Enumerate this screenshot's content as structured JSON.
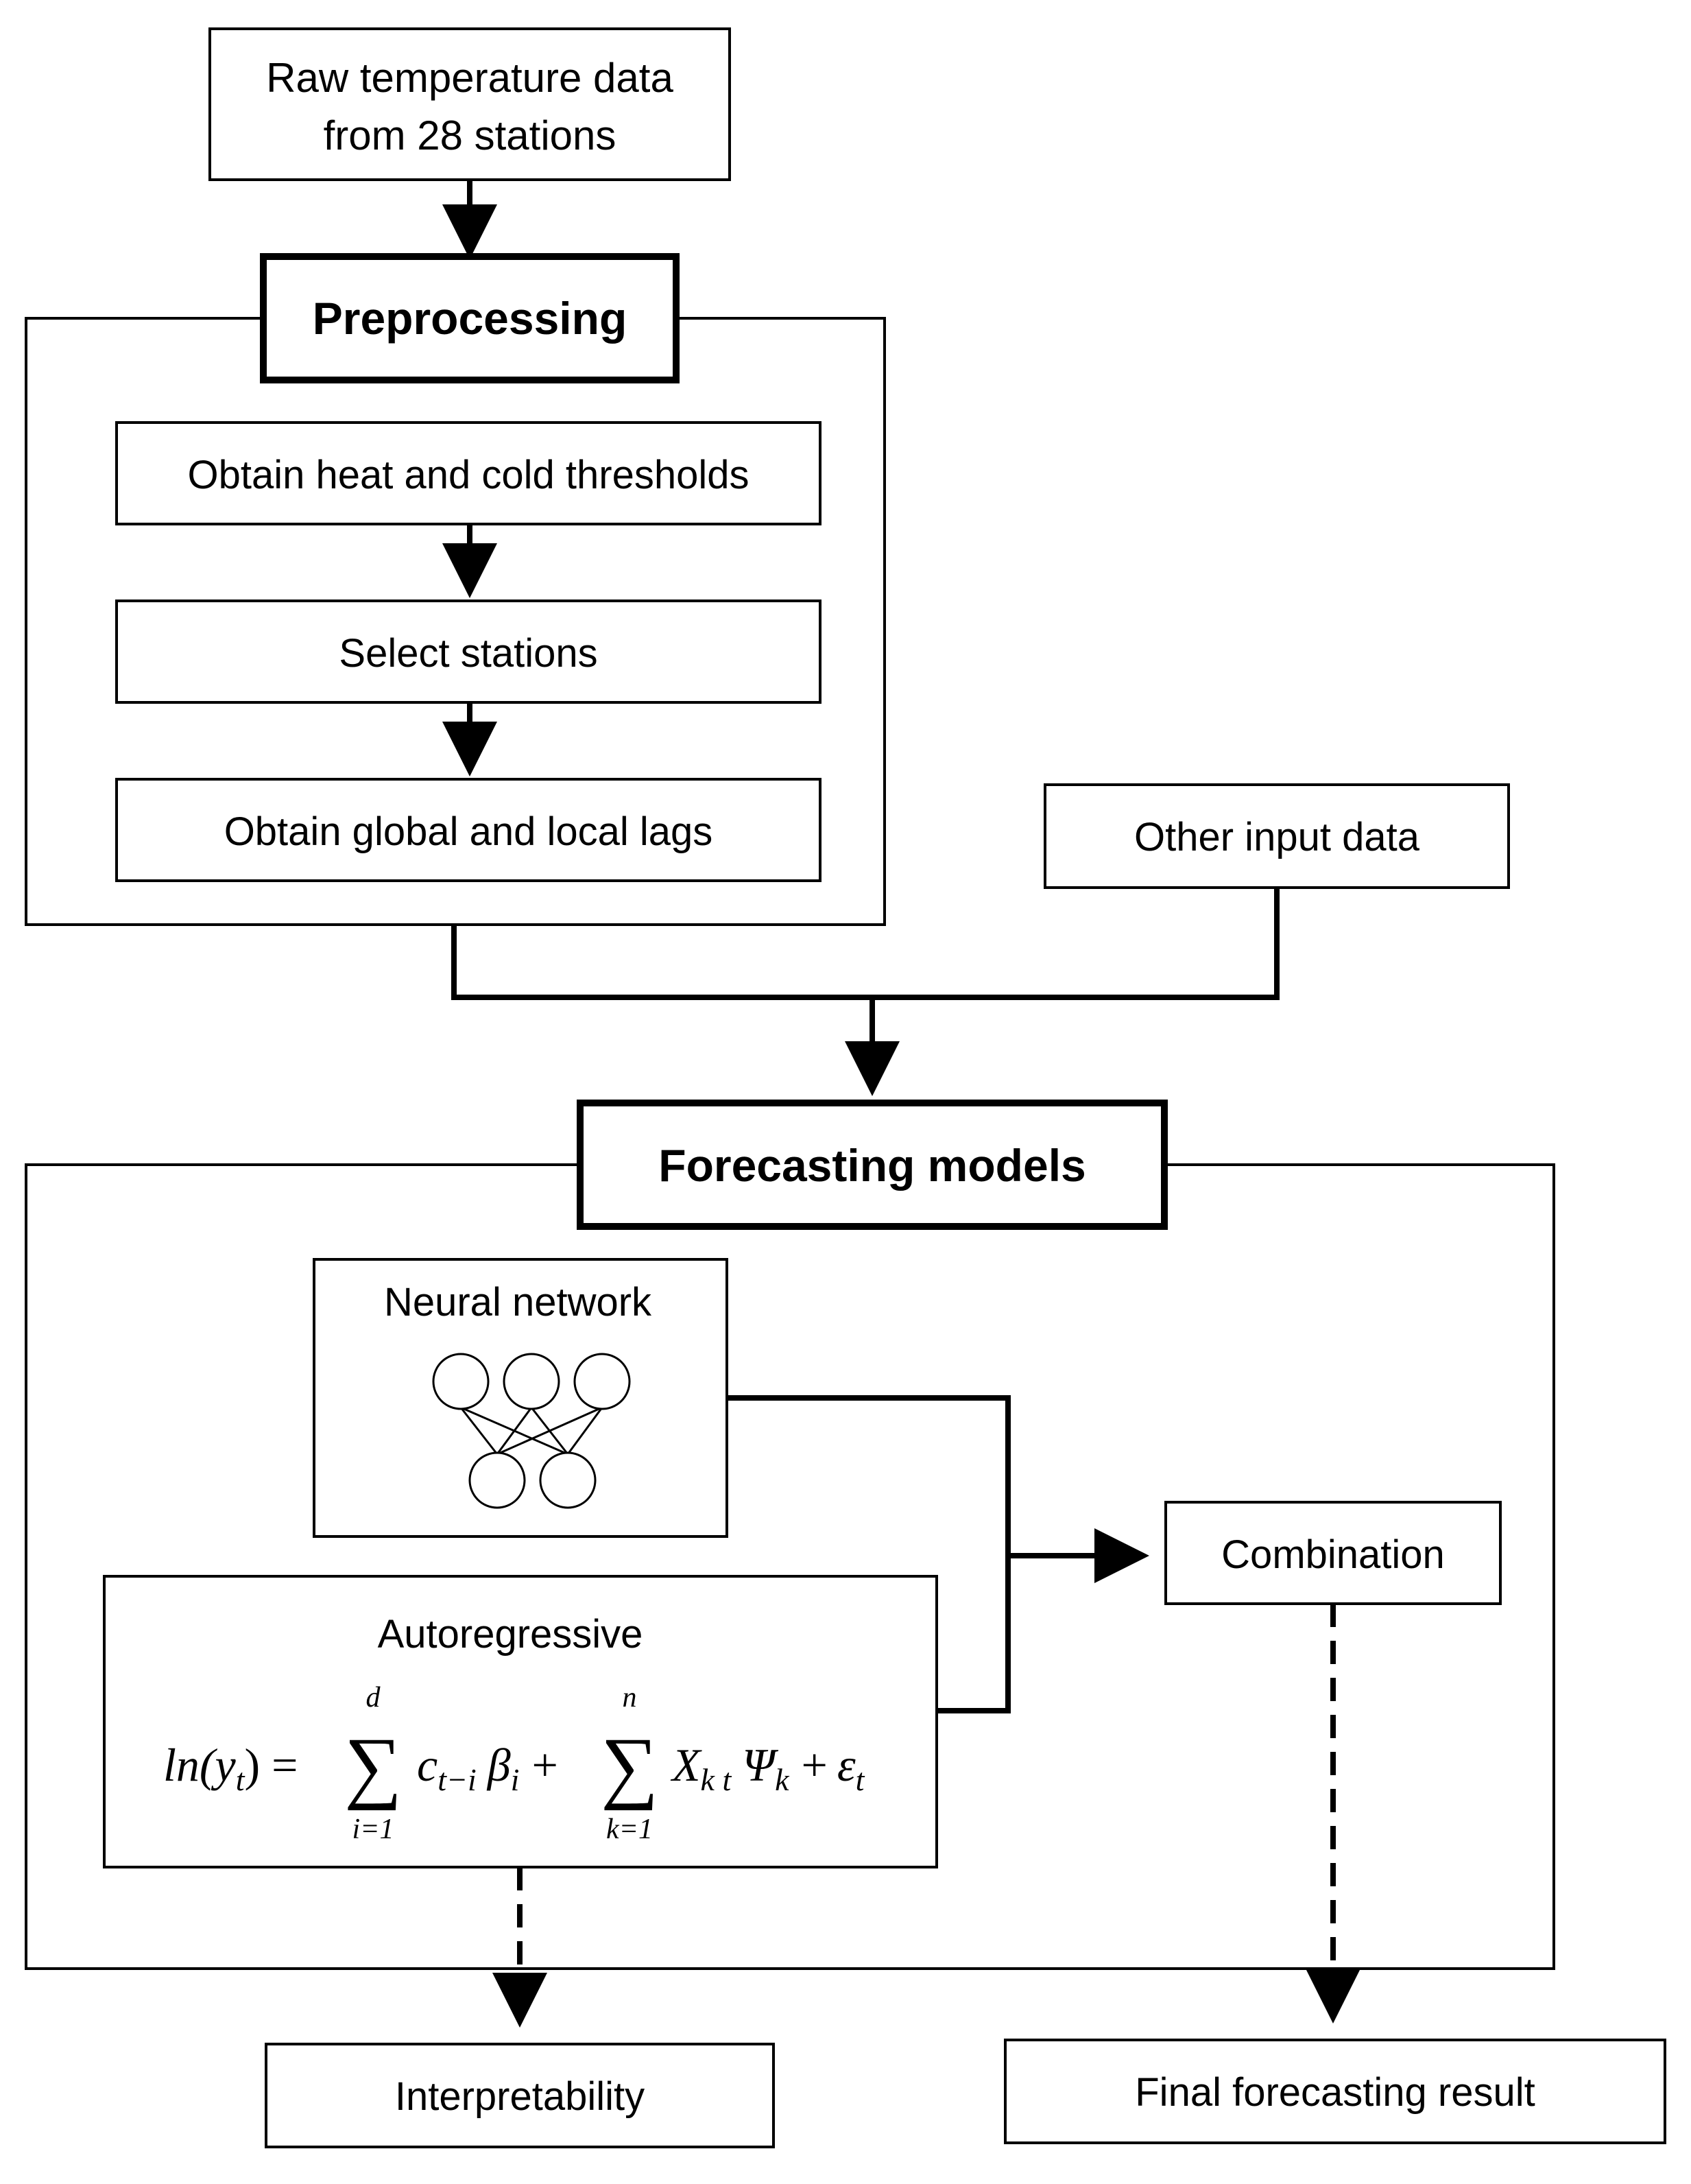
{
  "nodes": {
    "raw_data": {
      "line1": "Raw temperature data",
      "line2": "from 28 stations"
    },
    "preprocessing": {
      "title": "Preprocessing"
    },
    "thresholds": {
      "label": "Obtain heat and cold thresholds"
    },
    "select_stations": {
      "label": "Select stations"
    },
    "lags": {
      "label": "Obtain global and local lags"
    },
    "other_input": {
      "label": "Other input data"
    },
    "forecasting_models": {
      "title": "Forecasting models"
    },
    "neural_network": {
      "label": "Neural network"
    },
    "autoregressive": {
      "label": "Autoregressive",
      "formula": {
        "lhs": "ln(y",
        "lhs_sub": "t",
        "lhs_close": ") =",
        "sum1_upper": "d",
        "sum1_lower": "i=1",
        "term1": "c",
        "term1_sub": "t−i",
        "term1_coef": "β",
        "term1_coef_sub": "i",
        "plus1": "+",
        "sum2_upper": "n",
        "sum2_lower": "k=1",
        "term2": "X",
        "term2_sub": "k t",
        "term2_coef": "Ψ",
        "term2_coef_sub": "k",
        "plus2": "+",
        "error": "ε",
        "error_sub": "t"
      }
    },
    "combination": {
      "label": "Combination"
    },
    "interpretability": {
      "label": "Interpretability"
    },
    "final_result": {
      "label": "Final forecasting result"
    }
  },
  "style": {
    "stroke": "#000000",
    "background": "#ffffff"
  }
}
